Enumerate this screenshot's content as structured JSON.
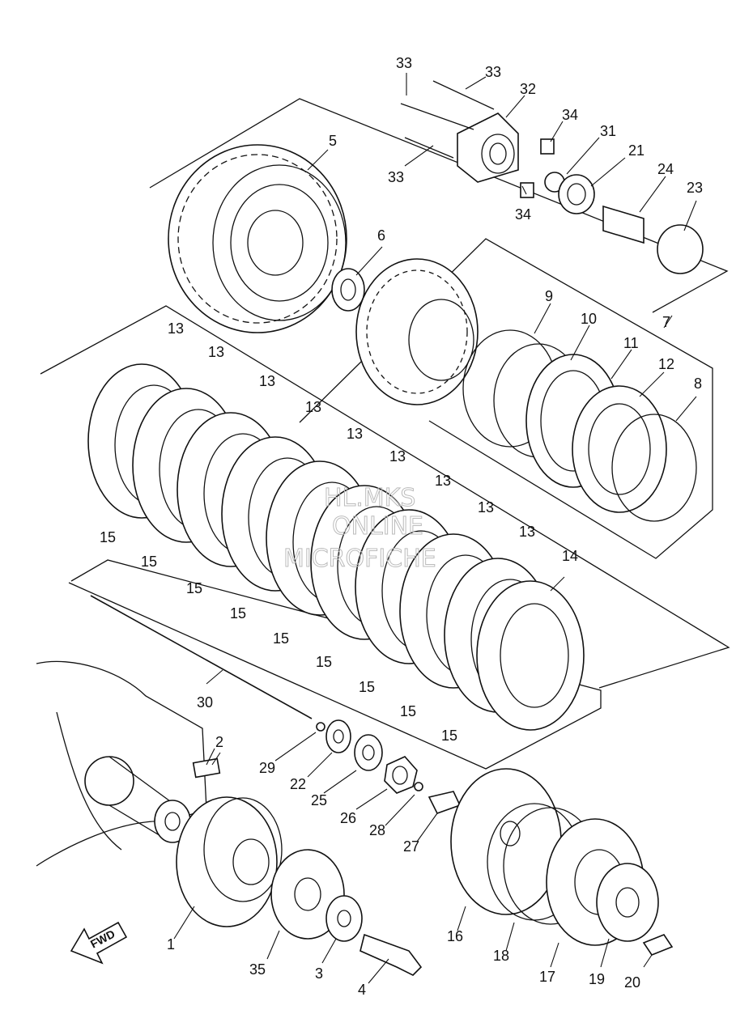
{
  "diagram": {
    "fwd_label": "FWD",
    "watermark": [
      "HL.MKS",
      "ONLINE",
      "MICROFICHE"
    ],
    "parts": {
      "p1": "1",
      "p2": "2",
      "p3": "3",
      "p4": "4",
      "p5": "5",
      "p6": "6",
      "p7": "7",
      "p8": "8",
      "p9": "9",
      "p10": "10",
      "p11": "11",
      "p12": "12",
      "p13": "13",
      "p14": "14",
      "p15": "15",
      "p16": "16",
      "p17": "17",
      "p18": "18",
      "p19": "19",
      "p20": "20",
      "p21": "21",
      "p22": "22",
      "p23": "23",
      "p24": "24",
      "p25": "25",
      "p26": "26",
      "p27": "27",
      "p28": "28",
      "p29": "29",
      "p30": "30",
      "p31": "31",
      "p32": "32",
      "p33": "33",
      "p34": "34",
      "p35": "35"
    }
  }
}
